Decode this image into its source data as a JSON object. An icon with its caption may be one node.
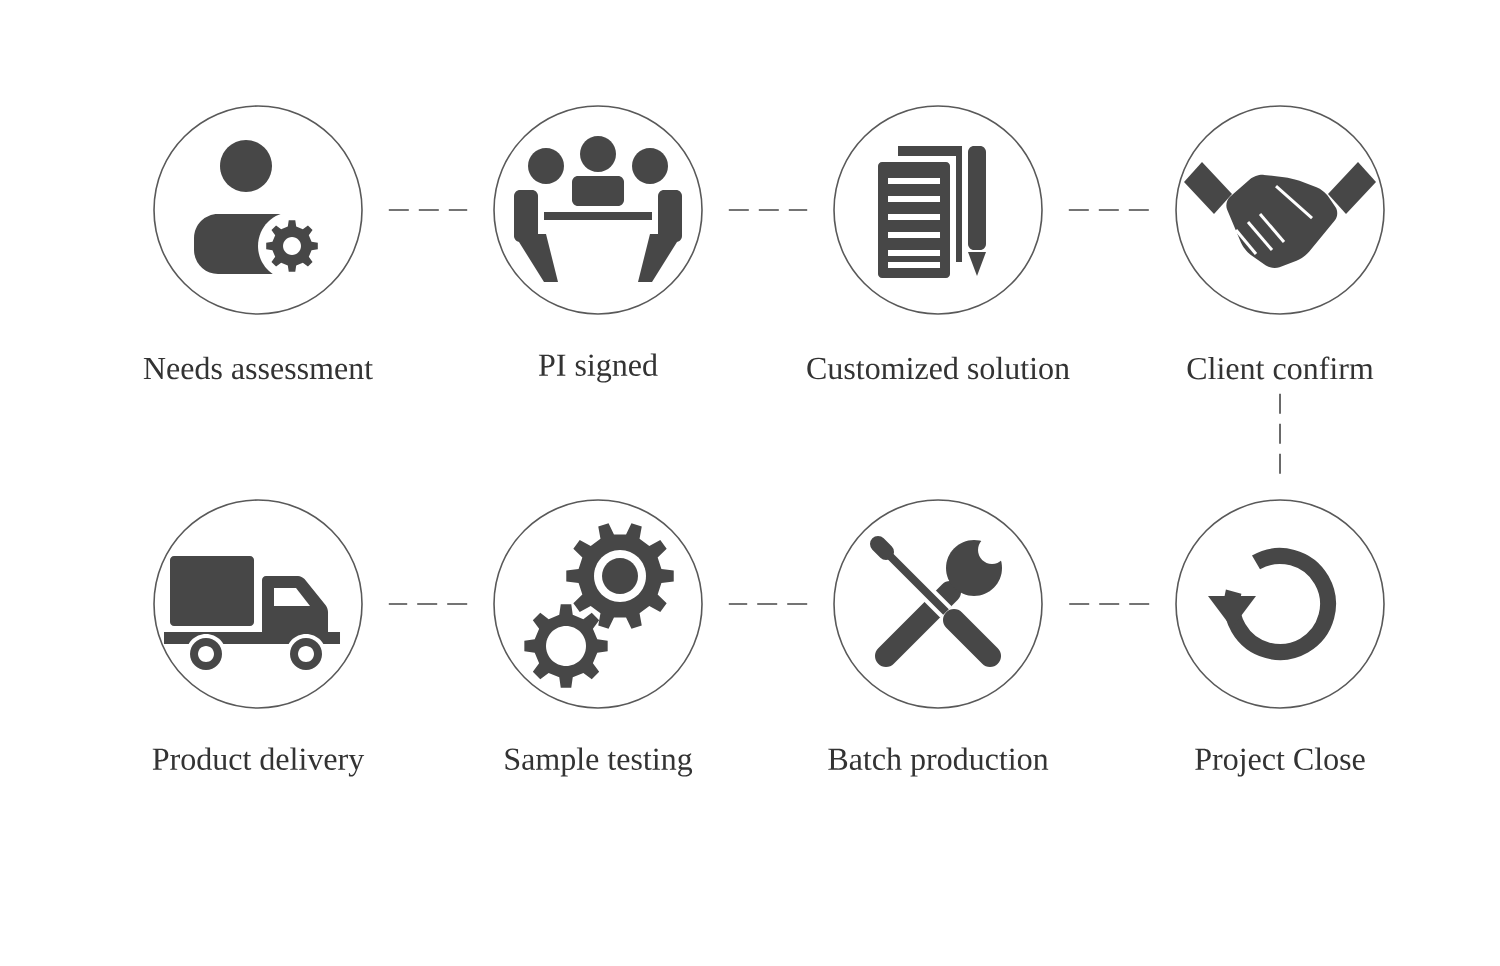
{
  "diagram": {
    "nodes": [
      {
        "text": [
          "Needs assessment"
        ]
      },
      {
        "text": [
          "PI signed"
        ]
      },
      {
        "text": [
          "Customized solution"
        ]
      },
      {
        "text": [
          "Client confirm"
        ]
      },
      {
        "text": [
          "Product delivery"
        ]
      },
      {
        "text": [
          "Sample testing"
        ]
      },
      {
        "text": [
          "Batch production"
        ]
      },
      {
        "text": [
          "Project Close"
        ]
      }
    ],
    "edges": [
      {
        "from": 0,
        "to": 1,
        "arrow": "none",
        "style": "dashed"
      },
      {
        "from": 1,
        "to": 2,
        "arrow": "none",
        "style": "dashed"
      },
      {
        "from": 2,
        "to": 3,
        "arrow": "none",
        "style": "dashed"
      },
      {
        "from": 3,
        "to": 7,
        "arrow": "none",
        "style": "dashed"
      },
      {
        "from": 7,
        "to": 6,
        "arrow": "none",
        "style": "dashed"
      },
      {
        "from": 6,
        "to": 5,
        "arrow": "none",
        "style": "dashed"
      },
      {
        "from": 5,
        "to": 4,
        "arrow": "none",
        "style": "dashed"
      }
    ]
  }
}
